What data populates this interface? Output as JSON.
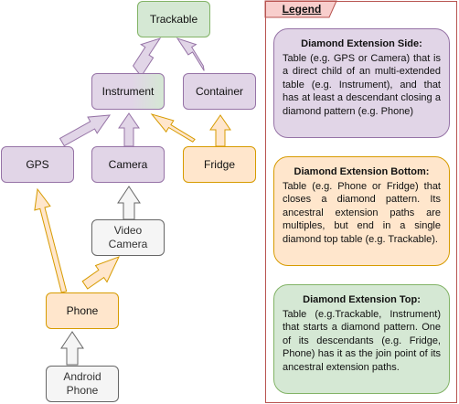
{
  "colors": {
    "purple_fill": "#e1d5e7",
    "purple_stroke": "#9673a6",
    "green_fill": "#d5e8d4",
    "green_stroke": "#82b366",
    "orange_fill": "#ffe6cc",
    "orange_stroke": "#d79b00",
    "grey_fill": "#f5f5f5",
    "grey_stroke": "#666666",
    "legend_stroke": "#b85450",
    "legend_fill": "#f8cecc"
  },
  "nodes": {
    "trackable": "Trackable",
    "instrument": "Instrument",
    "container": "Container",
    "gps": "GPS",
    "camera": "Camera",
    "fridge": "Fridge",
    "video_camera": "Video\nCamera",
    "phone": "Phone",
    "android_phone": "Android\nPhone"
  },
  "legend": {
    "title": "Legend",
    "side": {
      "heading": "Diamond Extension Side:",
      "text": "Table (e.g. GPS or Camera) that is a direct child of an multi-extended table (e.g. Instrument), and that has at least a descendant closing a diamond pattern (e.g. Phone)"
    },
    "bottom": {
      "heading": "Diamond Extension Bottom:",
      "text": "Table (e.g. Phone or Fridge) that closes a diamond pattern. Its ancestral extension paths are multiples, but end in a single diamond top table (e.g. Trackable)."
    },
    "top": {
      "heading": "Diamond Extension Top:",
      "text": "Table (e.g.Trackable, Instrument) that starts a diamond pattern. One of its descendants (e.g. Fridge, Phone) has it as the join point of its ancestral extension paths."
    }
  }
}
